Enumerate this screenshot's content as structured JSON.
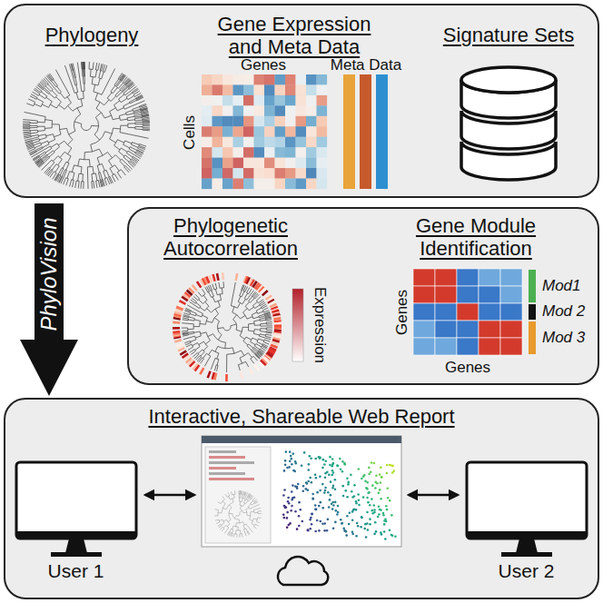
{
  "diagram": {
    "nodes": [
      {
        "text": [
          "Phylogeny",
          "Gene Expression and Meta Data",
          "Signature Sets"
        ]
      },
      {
        "text": [
          "PhyloVision"
        ]
      },
      {
        "text": [
          "Phylogenetic Autocorrelation",
          "Gene Module Identification"
        ]
      },
      {
        "text": [
          "Interactive, Shareable Web Report"
        ]
      },
      {
        "text": [
          "User 1"
        ],
        "in": 3
      },
      {
        "text": [
          "User 2"
        ],
        "in": 3
      }
    ],
    "labels": [
      "Genes",
      "Meta Data",
      "Cells",
      "Expression",
      "Genes",
      "Genes",
      "Mod1",
      "Mod 2",
      "Mod 3"
    ]
  }
}
